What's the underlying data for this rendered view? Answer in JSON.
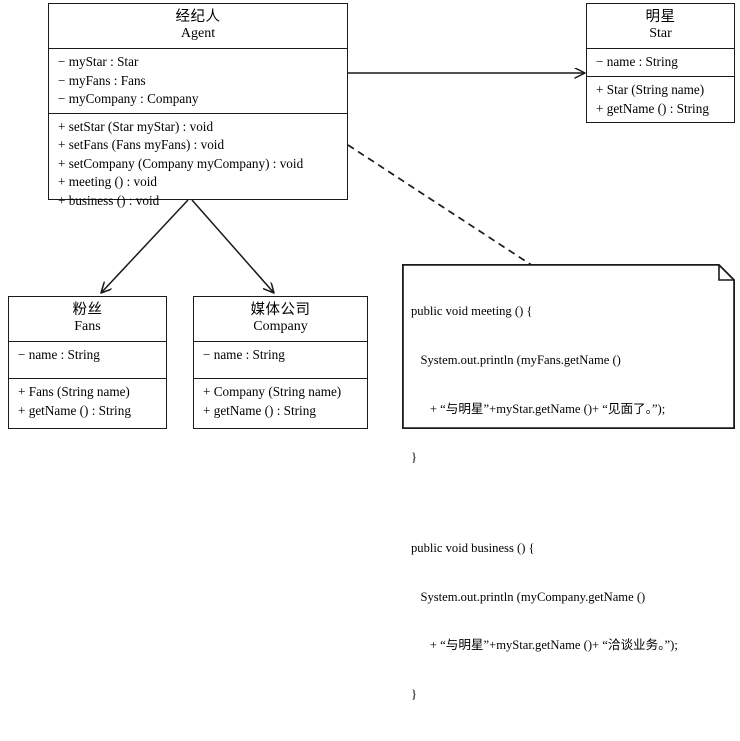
{
  "diagram": {
    "title": "UML class diagram: Agent / Star / Fans / Company",
    "line_color": "#1a1a1a",
    "background": "#ffffff"
  },
  "classes": {
    "agent": {
      "name_cn": "经纪人",
      "name_en": "Agent",
      "attributes": [
        "− myStar : Star",
        "− myFans : Fans",
        "− myCompany : Company"
      ],
      "methods": [
        "+ setStar (Star myStar) : void",
        "+ setFans (Fans myFans) : void",
        "+ setCompany (Company myCompany) : void",
        "+ meeting () : void",
        "+ business () : void"
      ]
    },
    "star": {
      "name_cn": "明星",
      "name_en": "Star",
      "attributes": [
        "− name : String"
      ],
      "methods": [
        "+ Star (String name)",
        "+ getName () : String"
      ]
    },
    "fans": {
      "name_cn": "粉丝",
      "name_en": "Fans",
      "attributes": [
        "− name : String"
      ],
      "methods": [
        "+ Fans (String name)",
        "+ getName () : String"
      ]
    },
    "company": {
      "name_cn": "媒体公司",
      "name_en": "Company",
      "attributes": [
        "− name : String"
      ],
      "methods": [
        "+ Company (String name)",
        "+ getName () : String"
      ]
    }
  },
  "note": {
    "lines": [
      "public void meeting () {",
      "   System.out.println (myFans.getName ()",
      "      + “与明星”+myStar.getName ()+ “见面了。”);",
      "}",
      "",
      "public void business () {",
      "   System.out.println (myCompany.getName ()",
      "      + “与明星”+myStar.getName ()+ “洽谈业务。”);",
      "}"
    ]
  },
  "connectors": [
    {
      "name": "agent-to-star",
      "style": "solid",
      "arrow": "open",
      "from": "agent",
      "to": "star"
    },
    {
      "name": "agent-to-fans",
      "style": "solid",
      "arrow": "open",
      "from": "agent",
      "to": "fans"
    },
    {
      "name": "agent-to-company",
      "style": "solid",
      "arrow": "open",
      "from": "agent",
      "to": "company"
    },
    {
      "name": "agent-to-note",
      "style": "dashed",
      "arrow": "none",
      "from": "agent",
      "to": "note"
    }
  ]
}
